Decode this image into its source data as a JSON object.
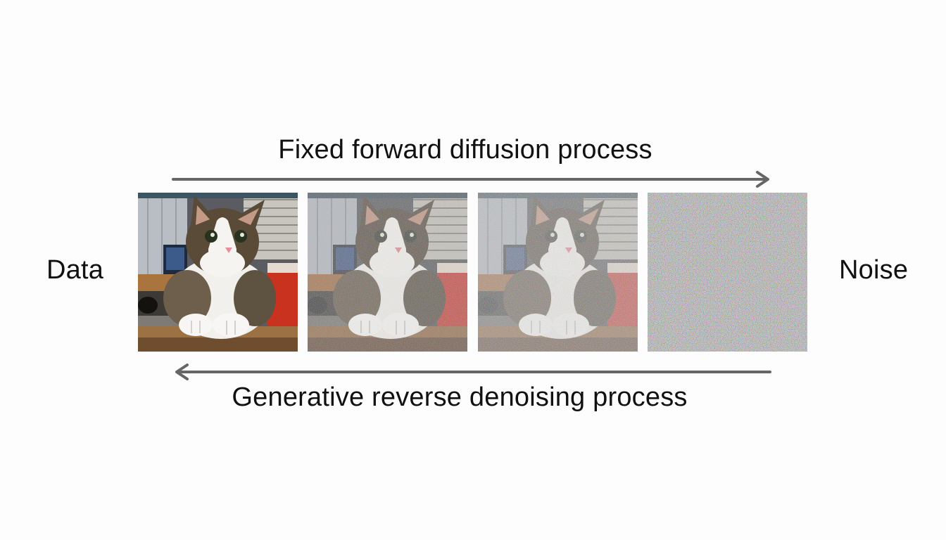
{
  "diagram": {
    "forward_label": "Fixed forward diffusion process",
    "reverse_label": "Generative reverse denoising process",
    "left_label": "Data",
    "right_label": "Noise",
    "arrow_color": "#666666",
    "panels": [
      {
        "noise_level": 0.0
      },
      {
        "noise_level": 0.45
      },
      {
        "noise_level": 0.6
      },
      {
        "noise_level": 1.0
      }
    ]
  }
}
